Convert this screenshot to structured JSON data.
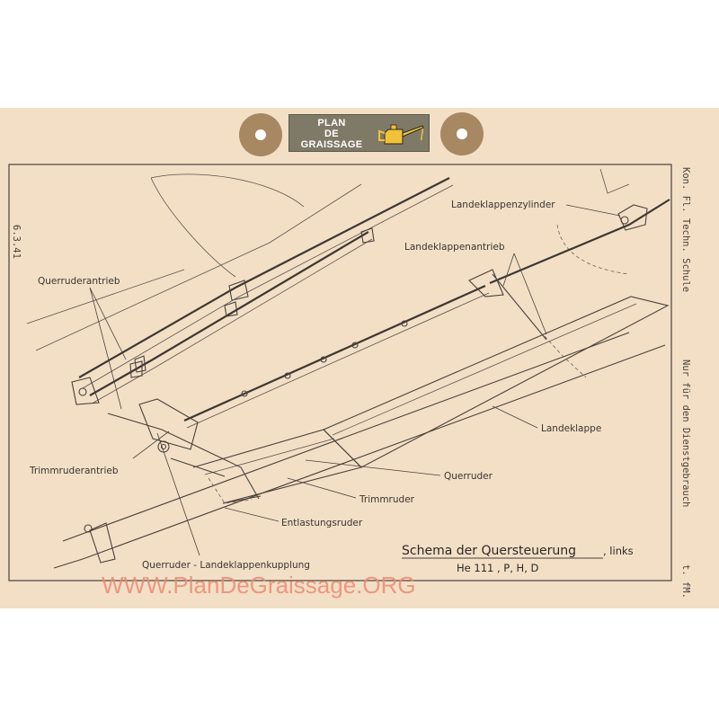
{
  "logo": {
    "lines": [
      "PLAN",
      "DE",
      "GRAISSAGE"
    ]
  },
  "side_texts": {
    "date": "6.3.41",
    "school": "Kon. Fl. Techn. Schule",
    "restriction": "Nur für den Dienstgebrauch",
    "corner": "t. fM."
  },
  "labels": {
    "landeklappenzylinder": "Landeklappenzylinder",
    "landeklappenantrieb": "Landeklappenantrieb",
    "querruderantrieb": "Querruderantrieb",
    "landeklappe": "Landeklappe",
    "trimmruderantrieb": "Trimmruderantrieb",
    "querruder": "Querruder",
    "trimmruder": "Trimmruder",
    "entlastungsruder": "Entlastungsruder",
    "kupplung": "Querruder - Landeklappenkupplung"
  },
  "title": {
    "main": "Schema der Quersteuerung",
    "side": ", links",
    "model": "He 111 ,  P, H, D"
  },
  "watermark": "WWW.PlanDeGraissage.ORG",
  "colors": {
    "paper": "#f2dfc6",
    "ink": "#3a3430",
    "logo_bg": "#7f7a68",
    "watermark": "#ec8b73"
  }
}
